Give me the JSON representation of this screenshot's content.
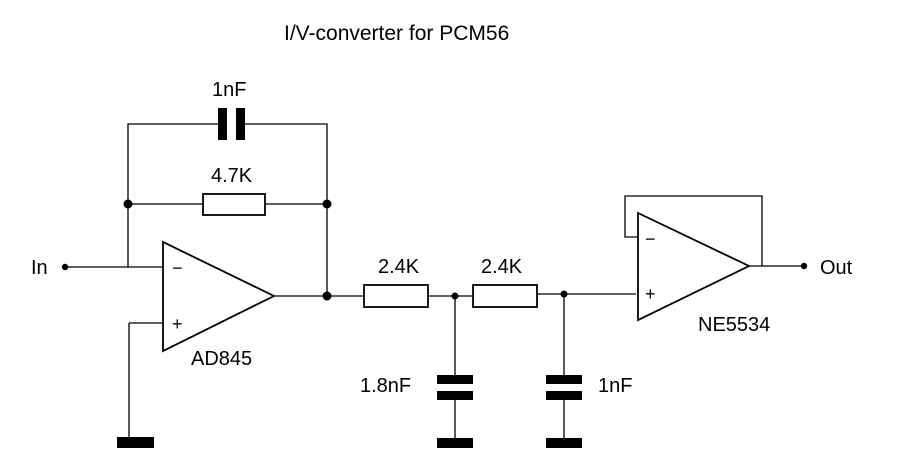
{
  "title": "I/V-converter for PCM56",
  "labels": {
    "input": "In",
    "output": "Out",
    "opamp1": "AD845",
    "opamp2": "NE5534",
    "minus": "−",
    "plus": "+"
  },
  "components": {
    "c_feedback": "1nF",
    "r_feedback": "4.7K",
    "r1": "2.4K",
    "r2": "2.4K",
    "c1": "1.8nF",
    "c2": "1nF"
  },
  "colors": {
    "ink": "#000000",
    "background": "#ffffff"
  }
}
